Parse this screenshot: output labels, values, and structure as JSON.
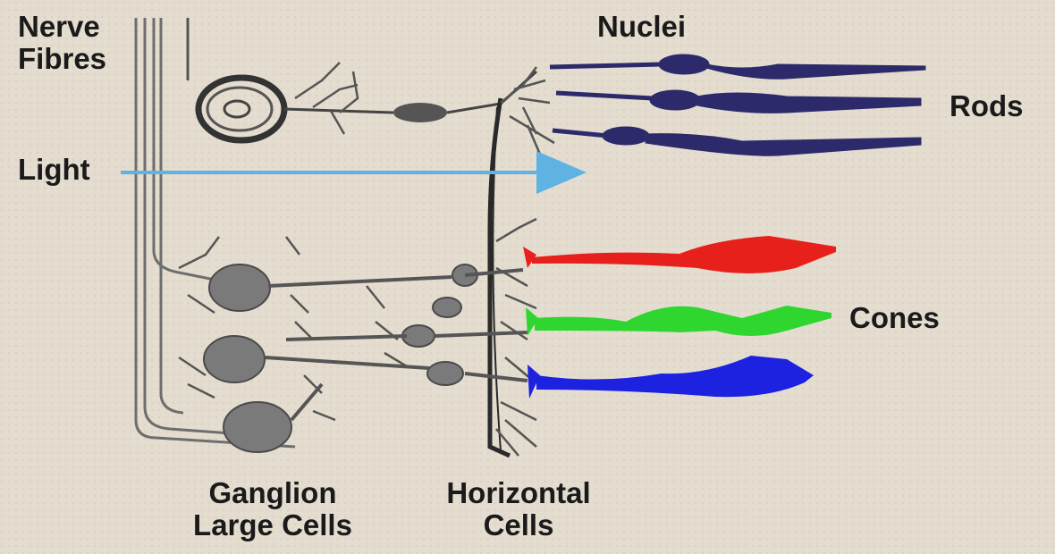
{
  "labels": {
    "nerve_fibres": [
      "Nerve",
      "Fibres"
    ],
    "nuclei": "Nuclei",
    "rods": "Rods",
    "light": "Light",
    "cones": "Cones",
    "ganglion": [
      "Ganglion",
      "Large Cells"
    ],
    "horizontal": [
      "Horizontal",
      "Cells"
    ]
  },
  "colors": {
    "background": "#e3dccf",
    "nerve": "#6e6e6e",
    "cell_body": "#7a7a7a",
    "rod": "#2d2a6b",
    "light_arrow": "#5fb3e3",
    "cone_red": "#e8201c",
    "cone_green": "#2fd62f",
    "cone_blue": "#1c22e0"
  }
}
